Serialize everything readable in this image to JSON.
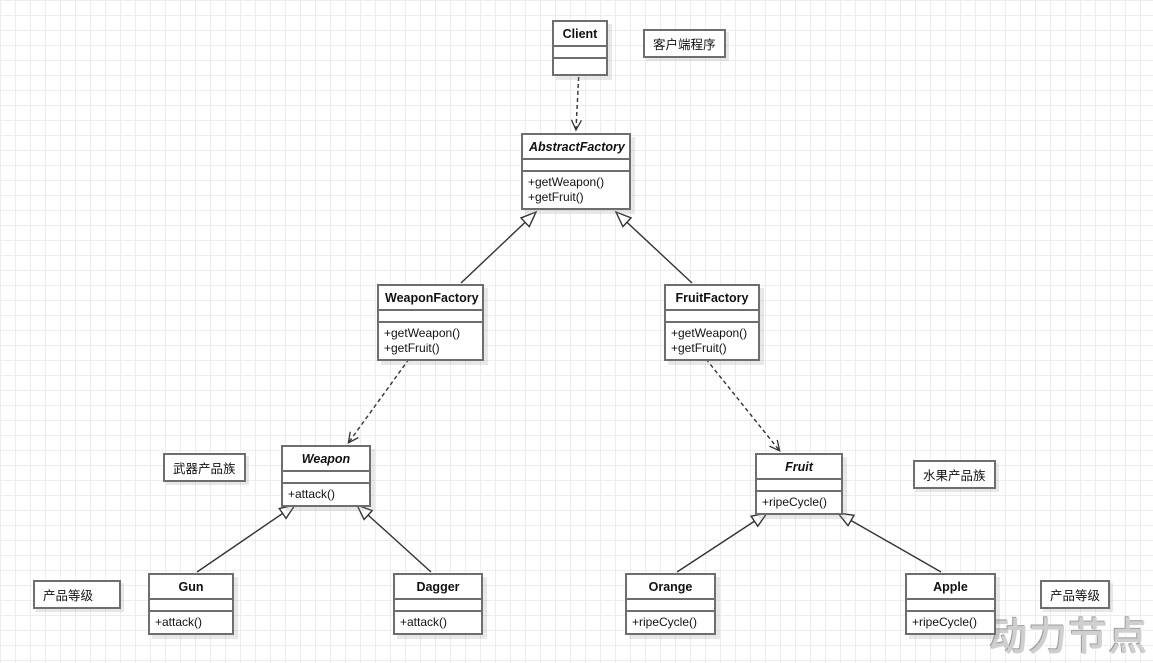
{
  "diagram": {
    "watermark": "动力节点",
    "colors": {
      "line": "#333333",
      "box_border": "#6e6e6e",
      "box_background": "#ffffff",
      "grid": "#ececec",
      "watermark": "#cfcfcf"
    }
  },
  "classes": [
    {
      "name": "Client",
      "abstract": false,
      "methods": []
    },
    {
      "name": "AbstractFactory",
      "abstract": true,
      "methods": [
        "+getWeapon()",
        "+getFruit()"
      ]
    },
    {
      "name": "WeaponFactory",
      "abstract": false,
      "methods": [
        "+getWeapon()",
        "+getFruit()"
      ]
    },
    {
      "name": "FruitFactory",
      "abstract": false,
      "methods": [
        "+getWeapon()",
        "+getFruit()"
      ]
    },
    {
      "name": "Weapon",
      "abstract": true,
      "methods": [
        "+attack()"
      ]
    },
    {
      "name": "Fruit",
      "abstract": true,
      "methods": [
        "+ripeCycle()"
      ]
    },
    {
      "name": "Gun",
      "abstract": false,
      "methods": [
        "+attack()"
      ]
    },
    {
      "name": "Dagger",
      "abstract": false,
      "methods": [
        "+attack()"
      ]
    },
    {
      "name": "Orange",
      "abstract": false,
      "methods": [
        "+ripeCycle()"
      ]
    },
    {
      "name": "Apple",
      "abstract": false,
      "methods": [
        "+ripeCycle()"
      ]
    }
  ],
  "labels": [
    {
      "text": "客户端程序"
    },
    {
      "text": "武器产品族"
    },
    {
      "text": "水果产品族"
    },
    {
      "text": "产品等级"
    },
    {
      "text": "产品等级"
    }
  ],
  "relations": [
    {
      "from": "Client",
      "to": "AbstractFactory",
      "type": "dependency"
    },
    {
      "from": "WeaponFactory",
      "to": "AbstractFactory",
      "type": "generalization"
    },
    {
      "from": "FruitFactory",
      "to": "AbstractFactory",
      "type": "generalization"
    },
    {
      "from": "WeaponFactory",
      "to": "Weapon",
      "type": "dependency"
    },
    {
      "from": "FruitFactory",
      "to": "Fruit",
      "type": "dependency"
    },
    {
      "from": "Gun",
      "to": "Weapon",
      "type": "generalization"
    },
    {
      "from": "Dagger",
      "to": "Weapon",
      "type": "generalization"
    },
    {
      "from": "Orange",
      "to": "Fruit",
      "type": "generalization"
    },
    {
      "from": "Apple",
      "to": "Fruit",
      "type": "generalization"
    }
  ]
}
